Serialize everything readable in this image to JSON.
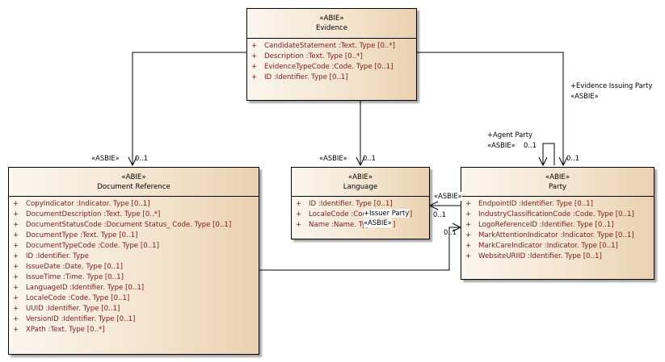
{
  "classes": {
    "evidence": {
      "stereotype": "«ABIE»",
      "name": "Evidence",
      "attributes": [
        {
          "vis": "+",
          "text": "CandidateStatement  :Text. Type [0..*]"
        },
        {
          "vis": "+",
          "text": "Description  :Text. Type [0..*]"
        },
        {
          "vis": "+",
          "text": "EvidenceTypeCode  :Code. Type [0..1]"
        },
        {
          "vis": "+",
          "text": "ID  :Identifier. Type [0..1]"
        }
      ]
    },
    "document_reference": {
      "stereotype": "«ABIE»",
      "name": "Document Reference",
      "attributes": [
        {
          "vis": "+",
          "text": "CopyIndicator  :Indicator. Type [0..1]"
        },
        {
          "vis": "+",
          "text": "DocumentDescription  :Text. Type [0..*]"
        },
        {
          "vis": "+",
          "text": "DocumentStatusCode  :Document Status_ Code. Type [0..1]"
        },
        {
          "vis": "+",
          "text": "DocumentType  :Text. Type [0..1]"
        },
        {
          "vis": "+",
          "text": "DocumentTypeCode  :Code. Type [0..1]"
        },
        {
          "vis": "+",
          "text": "ID  :Identifier. Type"
        },
        {
          "vis": "+",
          "text": "IssueDate  :Date. Type [0..1]"
        },
        {
          "vis": "+",
          "text": "IssueTime  :Time. Type [0..1]"
        },
        {
          "vis": "+",
          "text": "LanguageID  :Identifier. Type [0..1]"
        },
        {
          "vis": "+",
          "text": "LocaleCode  :Code. Type [0..1]"
        },
        {
          "vis": "+",
          "text": "UUID  :Identifier. Type [0..1]"
        },
        {
          "vis": "+",
          "text": "VersionID  :Identifier. Type [0..1]"
        },
        {
          "vis": "+",
          "text": "XPath  :Text. Type [0..*]"
        }
      ]
    },
    "language": {
      "stereotype": "«ABIE»",
      "name": "Language",
      "attributes": [
        {
          "vis": "+",
          "text": "ID  :Identifier. Type [0..1]"
        },
        {
          "vis": "+",
          "text": "LocaleCode  :Code. Type [0..1]"
        },
        {
          "vis": "+",
          "text": "Name  :Name. Type [0..1]"
        }
      ]
    },
    "party": {
      "stereotype": "«ABIE»",
      "name": "Party",
      "attributes": [
        {
          "vis": "+",
          "text": "EndpointID  :Identifier. Type [0..1]"
        },
        {
          "vis": "+",
          "text": "IndustryClassificationCode  :Code. Type [0..1]"
        },
        {
          "vis": "+",
          "text": "LogoReferenceID  :Identifier. Type [0..1]"
        },
        {
          "vis": "+",
          "text": "MarkAttentionIndicator  :Indicator. Type [0..1]"
        },
        {
          "vis": "+",
          "text": "MarkCareIndicator  :Indicator. Type [0..1]"
        },
        {
          "vis": "+",
          "text": "WebsiteURIID  :Identifier. Type [0..1]"
        }
      ]
    }
  },
  "associations": {
    "evidence_docref": {
      "stereotype": "«ASBIE»",
      "multiplicity": "0..1"
    },
    "evidence_language": {
      "stereotype": "«ASBIE»",
      "multiplicity": "0..1"
    },
    "evidence_party": {
      "role": "+Evidence Issuing Party",
      "stereotype": "«ASBIE»",
      "multiplicity": "0..1"
    },
    "agent_party": {
      "role": "+Agent Party",
      "stereotype": "«ASBIE»",
      "multiplicity": "0..1"
    },
    "language_party": {
      "stereotype": "«ASBIE»",
      "multiplicity": "0..1"
    },
    "issuer_party": {
      "role": "+Issuer Party",
      "stereotype": "«ASBIE»",
      "multiplicity": "0..1"
    }
  }
}
